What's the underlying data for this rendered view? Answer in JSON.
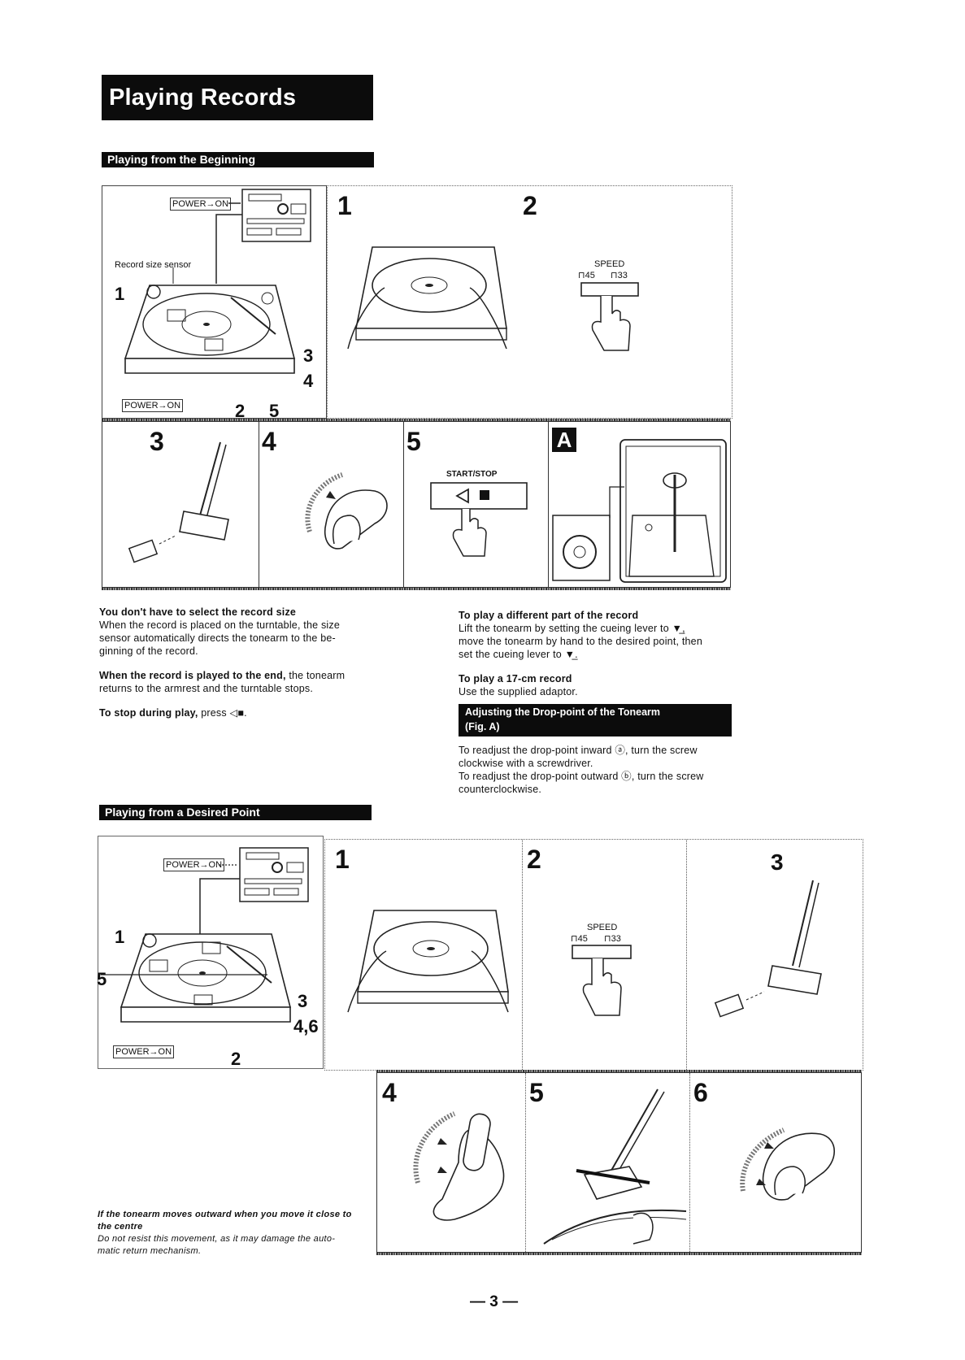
{
  "page": {
    "title": "Playing Records",
    "page_number": "— 3 —"
  },
  "section1": {
    "heading": "Playing from the Beginning",
    "overview": {
      "power_label_top": "POWER→ON",
      "power_label_bottom": "POWER→ON",
      "sensor_label": "Record size sensor",
      "callouts": [
        "1",
        "3",
        "4",
        "2",
        "5"
      ]
    },
    "steps": [
      {
        "num": "1"
      },
      {
        "num": "2",
        "speed_label": "SPEED",
        "speed_45": "45",
        "speed_33": "33"
      },
      {
        "num": "3"
      },
      {
        "num": "4"
      },
      {
        "num": "5",
        "button_label": "START/STOP"
      },
      {
        "num": "A"
      }
    ]
  },
  "text_left": {
    "p1_heading": "You don't have to select the record size",
    "p1_line1": "When the record is placed on the turntable, the size",
    "p1_line2": "sensor automatically directs the tonearm to the be-",
    "p1_line3": "ginning of the record.",
    "p2_bold": "When the record is played to the end,",
    "p2_rest": " the tonearm",
    "p2_line2": "returns to the armrest and the turntable stops.",
    "p3_bold": "To stop during play,",
    "p3_rest": " press ◁■."
  },
  "text_right": {
    "p1_heading": "To play a different part of the record",
    "p1_line1": "Lift the tonearm by setting the cueing lever to ▼̲,",
    "p1_line2": "move the tonearm by hand to the desired point, then",
    "p1_line3": "set the cueing lever to ▼̲.",
    "p2_heading": "To play a 17-cm record",
    "p2_line1": "Use the supplied adaptor.",
    "sub_heading_line1": "Adjusting the Drop-point of the Tonearm",
    "sub_heading_line2": "(Fig. A)",
    "p3_line1": "To readjust the drop-point inward ⓐ, turn the screw",
    "p3_line2": "clockwise with a screwdriver.",
    "p3_line3": "To readjust the drop-point outward ⓑ, turn the screw",
    "p3_line4": "counterclockwise."
  },
  "section2": {
    "heading": "Playing from a Desired Point",
    "overview": {
      "power_label_top": "POWER→ON",
      "power_label_bottom": "POWER→ON",
      "callouts": [
        "1",
        "5",
        "3",
        "4,6",
        "2"
      ]
    },
    "steps": [
      {
        "num": "1"
      },
      {
        "num": "2",
        "speed_label": "SPEED",
        "speed_45": "45",
        "speed_33": "33"
      },
      {
        "num": "3"
      },
      {
        "num": "4"
      },
      {
        "num": "5"
      },
      {
        "num": "6"
      }
    ],
    "note_heading_line1": "If the tonearm moves outward when you move it close to",
    "note_heading_line2": "the centre",
    "note_line1": "Do not resist this movement, as it may damage the auto-",
    "note_line2": "matic return mechanism."
  }
}
